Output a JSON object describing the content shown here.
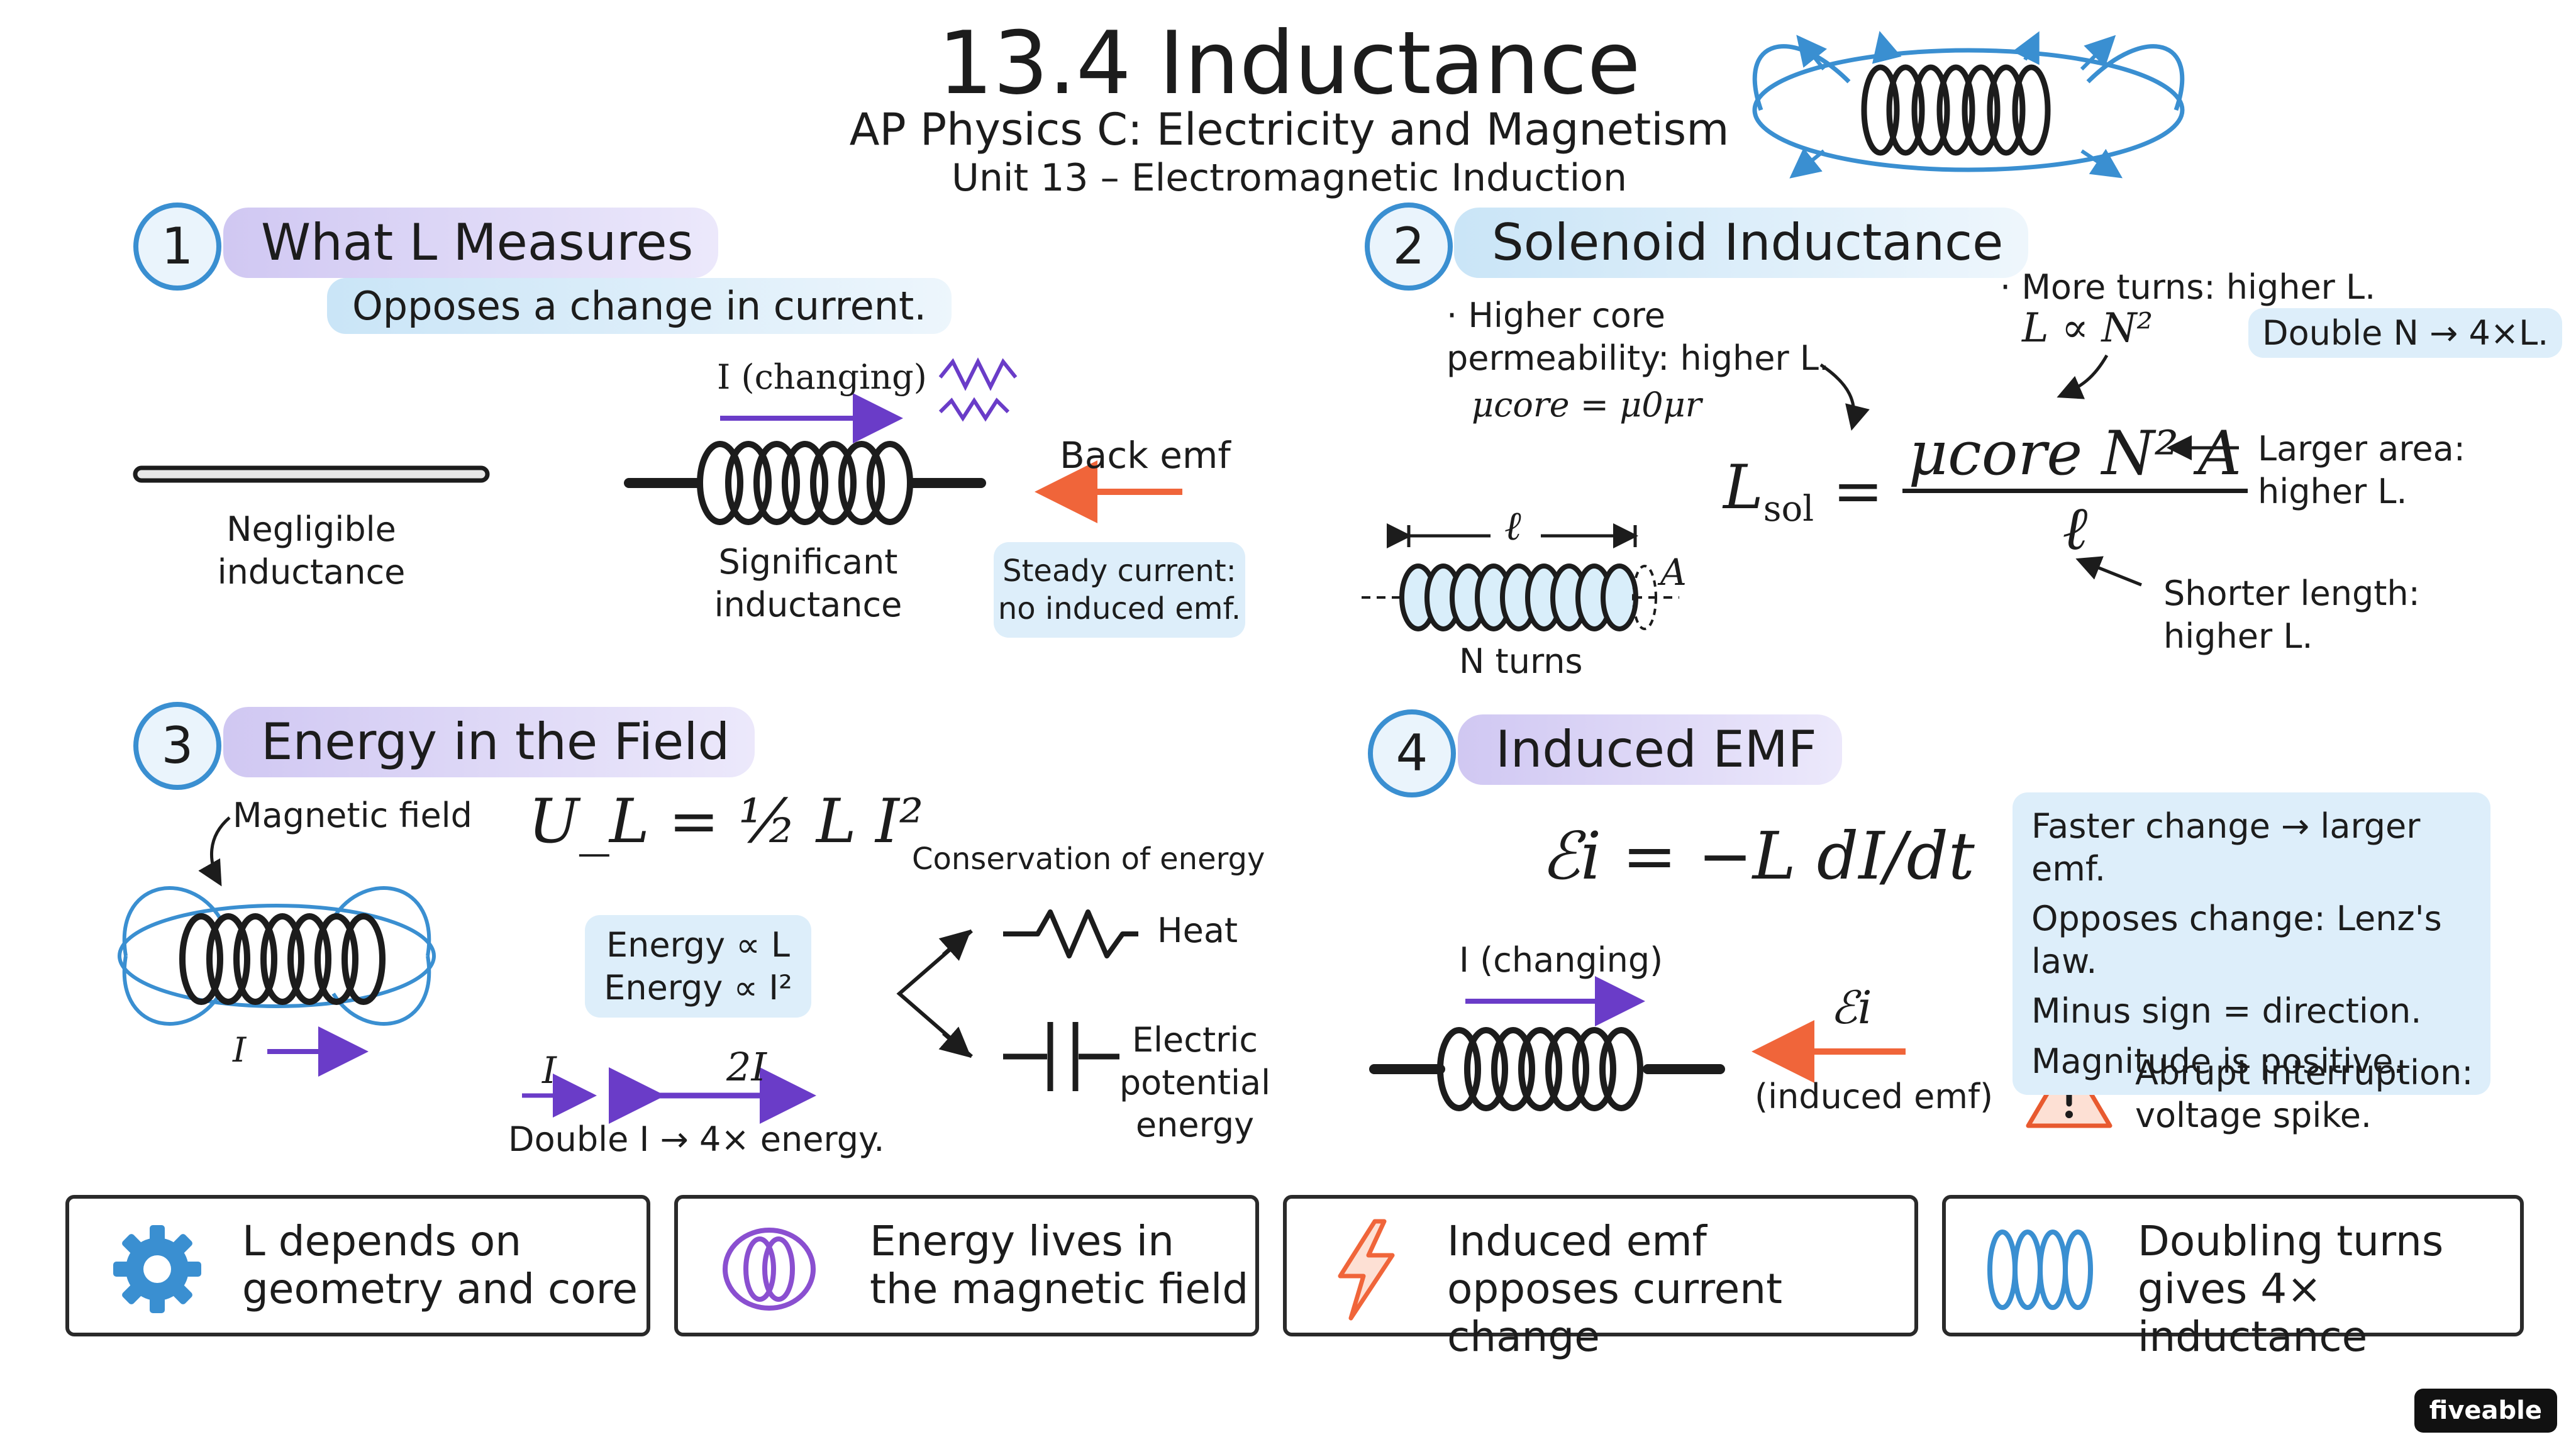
{
  "header": {
    "title": "13.4 Inductance",
    "subtitle": "AP Physics C: Electricity and Magnetism",
    "unit": "Unit 13 – Electromagnetic Induction"
  },
  "section1": {
    "number": "1",
    "heading": "What L Measures",
    "tagline": "Opposes a change in current.",
    "current_label": "I (changing)",
    "back_emf": "Back emf",
    "negligible": "Negligible\ninductance",
    "significant": "Significant\ninductance",
    "steady": "Steady current:\nno induced emf."
  },
  "section2": {
    "number": "2",
    "heading": "Solenoid Inductance",
    "core_note": "· Higher core\npermeability: higher L.",
    "mu_core": "μcore = μ0μr",
    "turns_note": "· More turns: higher L.",
    "turns_prop": "L ∝ N²",
    "double_n": "Double N → 4×L.",
    "area_note": "Larger area:\nhigher L.",
    "length_note": "Shorter length:\nhigher L.",
    "formula_lhs": "L",
    "formula_lhs_sub": "sol",
    "formula_num": "μcore N² A",
    "formula_den": "ℓ",
    "length_symbol": "ℓ",
    "area_symbol": "A",
    "n_turns": "N turns"
  },
  "section3": {
    "number": "3",
    "heading": "Energy in the Field",
    "magnetic_field": "Magnetic field",
    "current_symbol": "I",
    "energy_formula": "U_L = ½ L I²",
    "energy_prop_1": "Energy ∝ L",
    "energy_prop_2": "Energy ∝ I²",
    "current_i": "I",
    "current_2i": "2I",
    "double_i": "Double I → 4× energy.",
    "conservation": "Conservation of energy",
    "heat": "Heat",
    "electric": "Electric\npotential\nenergy"
  },
  "section4": {
    "number": "4",
    "heading": "Induced EMF",
    "emf_formula": "ℰi = −L dI/dt",
    "current_label": "I (changing)",
    "emf_symbol": "ℰi",
    "induced_label": "(induced emf)",
    "notes": [
      "Faster change → larger emf.",
      "Opposes change: Lenz's law.",
      "Minus sign = direction.",
      "Magnitude is positive."
    ],
    "warning": "Abrupt interruption:\nvoltage spike."
  },
  "summary": [
    {
      "icon": "gear-icon",
      "text": "L depends on\ngeometry and core"
    },
    {
      "icon": "field-loops-icon",
      "text": "Energy lives in\nthe magnetic field"
    },
    {
      "icon": "lightning-icon",
      "text": "Induced emf\nopposes current change"
    },
    {
      "icon": "coil-icon",
      "text": "Doubling turns\ngives 4× inductance"
    }
  ],
  "brand": "fiveable",
  "colors": {
    "blue": "#3a8fd1",
    "purple": "#6a3cc8",
    "orange": "#f0653a",
    "ink": "#1c1c1c"
  }
}
